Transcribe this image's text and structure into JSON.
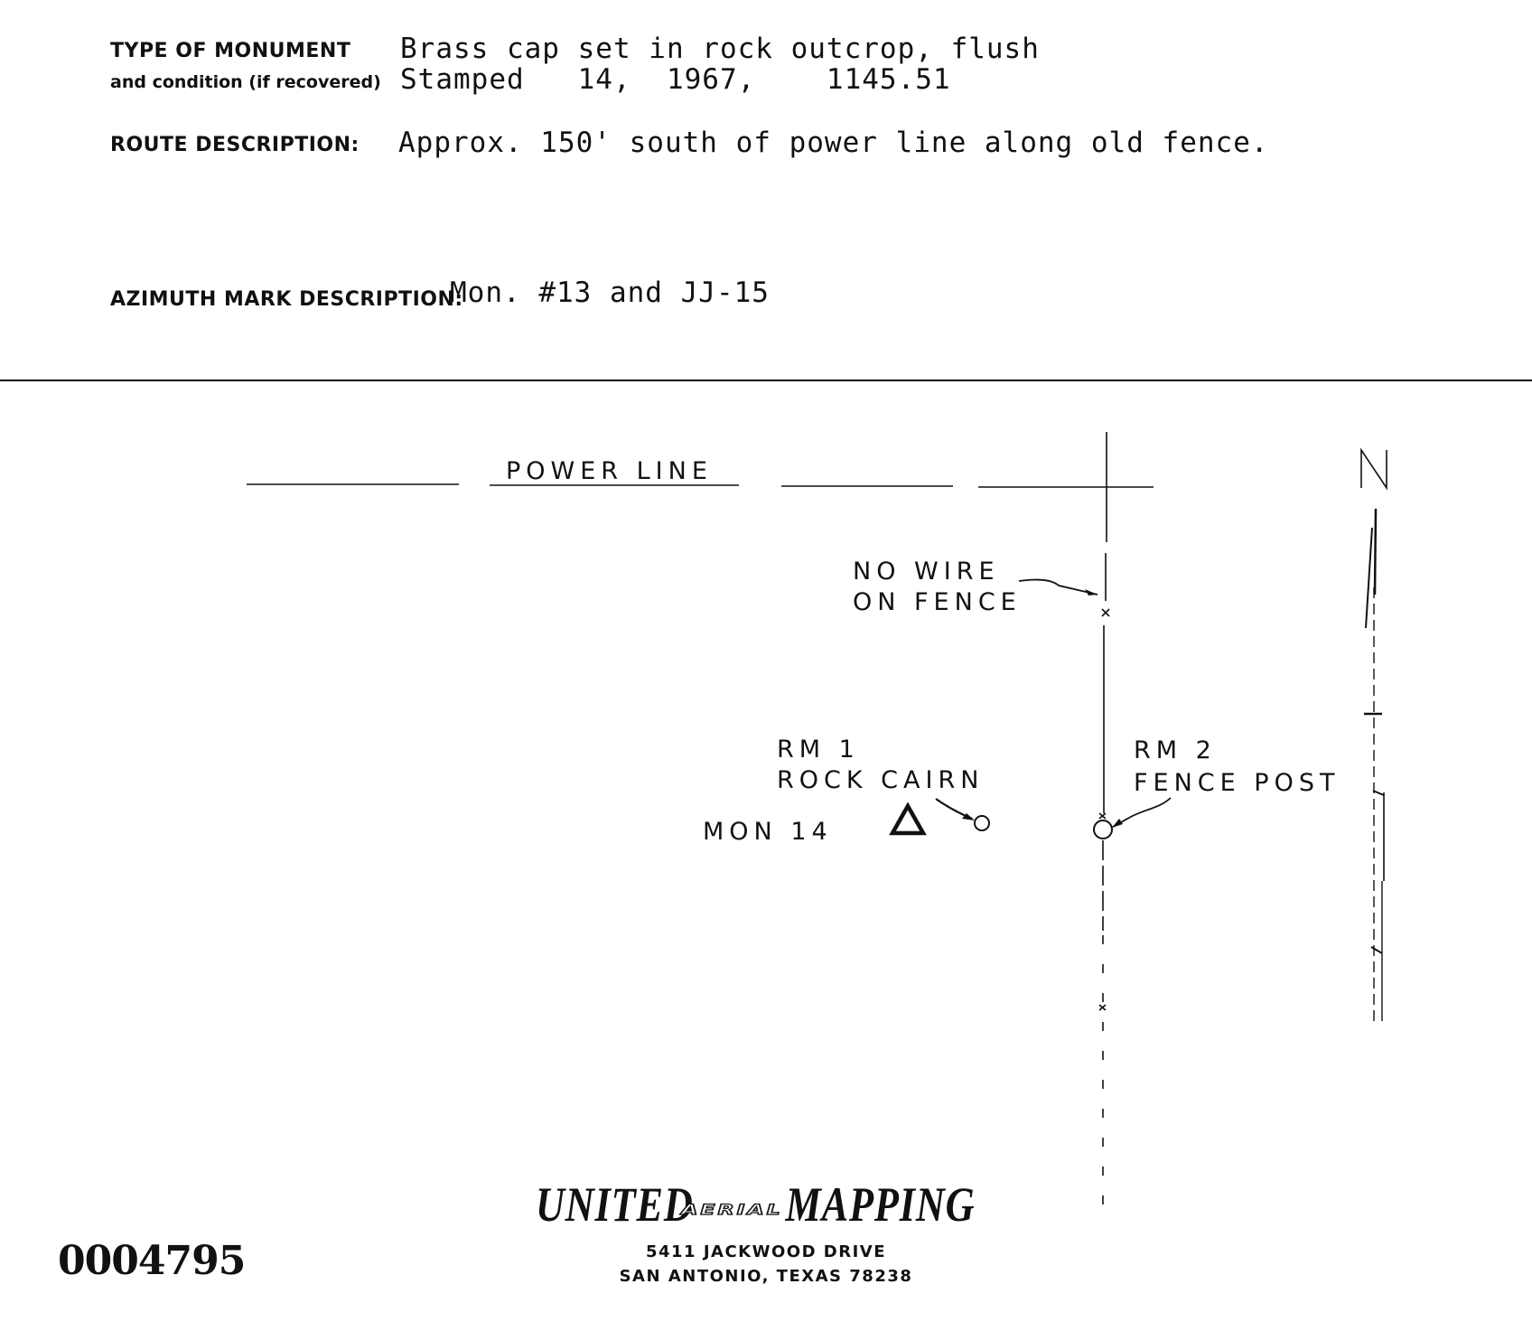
{
  "form": {
    "type_of_monument": {
      "label": "TYPE OF MONUMENT",
      "sublabel": "and condition (if recovered)",
      "line1": "Brass cap set in rock outcrop, flush",
      "line2": "Stamped   14,  1967,    1145.51"
    },
    "route_description": {
      "label": "ROUTE DESCRIPTION:",
      "value": "Approx. 150' south of power line along old fence."
    },
    "azimuth_mark_description": {
      "label": "AZIMUTH MARK DESCRIPTION:",
      "value": "Mon. #13 and JJ-15"
    }
  },
  "sketch": {
    "power_line_label": "POWER LINE",
    "no_wire_line1": "NO WIRE",
    "no_wire_line2": "ON FENCE",
    "rm1_line1": "RM 1",
    "rm1_line2": "ROCK CAIRN",
    "rm2_line1": "RM 2",
    "rm2_line2": "FENCE POST",
    "monument_label": "MON 14",
    "north_label": "N"
  },
  "footer": {
    "company_left": "UNITED",
    "company_mid": "AERIAL",
    "company_right": "MAPPING",
    "address_line1": "5411 JACKWOOD DRIVE",
    "address_line2": "SAN ANTONIO, TEXAS 78238",
    "document_number": "0004795"
  }
}
